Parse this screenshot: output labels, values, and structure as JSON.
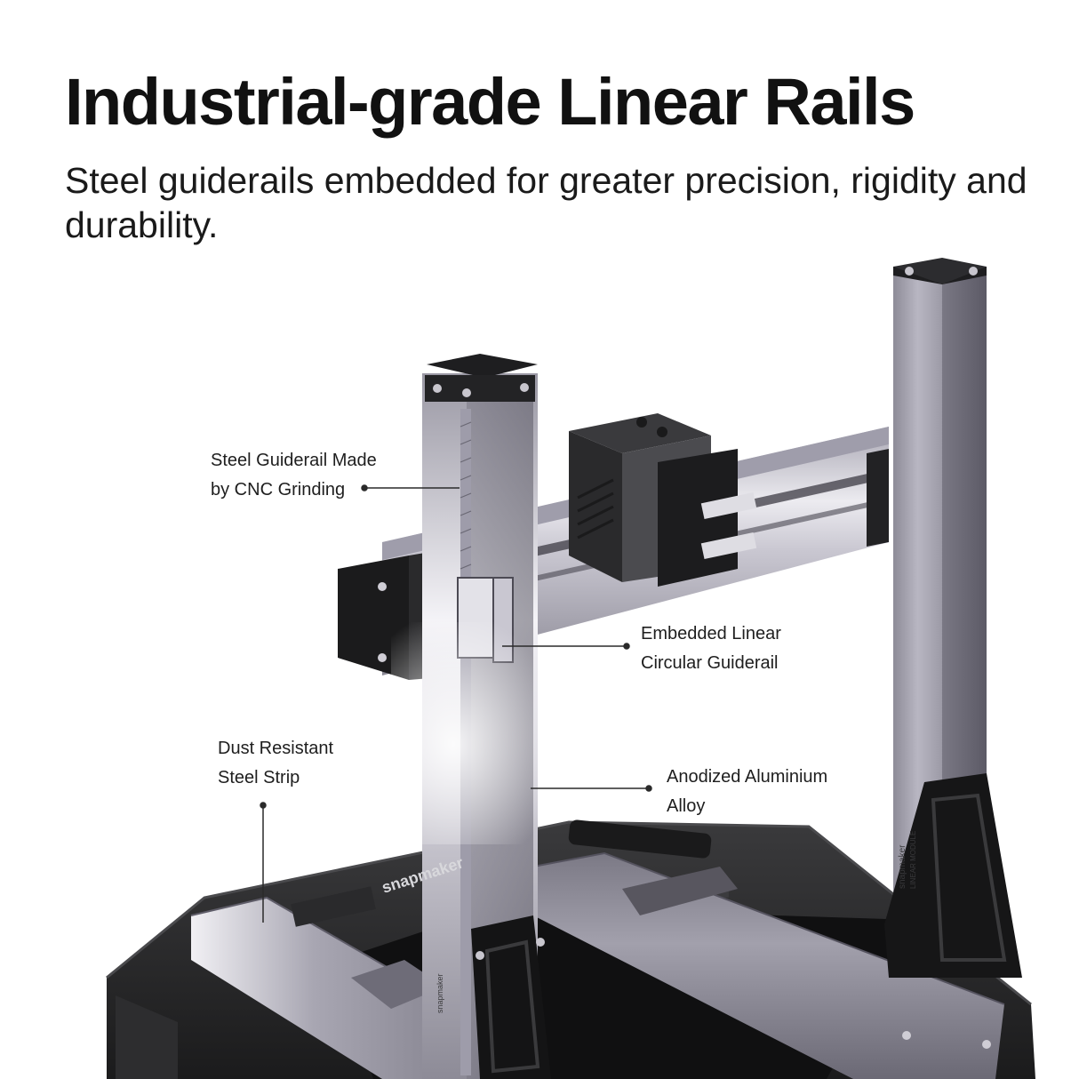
{
  "headline": "Industrial-grade Linear Rails",
  "subheadline": "Steel guiderails embedded for greater precision, rigidity and durability.",
  "callouts": [
    {
      "id": "cnc",
      "text": "Steel Guiderail Made\nby CNC Grinding"
    },
    {
      "id": "linear",
      "text": "Embedded Linear\nCircular Guiderail"
    },
    {
      "id": "dust",
      "text": "Dust Resistant\nSteel Strip"
    },
    {
      "id": "alloy",
      "text": "Anodized Aluminium\nAlloy"
    }
  ],
  "brand_mark": "snapmaker",
  "module_label": "LINEAR MODULE",
  "colors": {
    "rail": "#8e8c98",
    "rail_light": "#b6b4c0",
    "rail_dark": "#5f5d69",
    "base": "#262626",
    "bracket": "#151515",
    "leader_line": "#2a2a2a"
  }
}
